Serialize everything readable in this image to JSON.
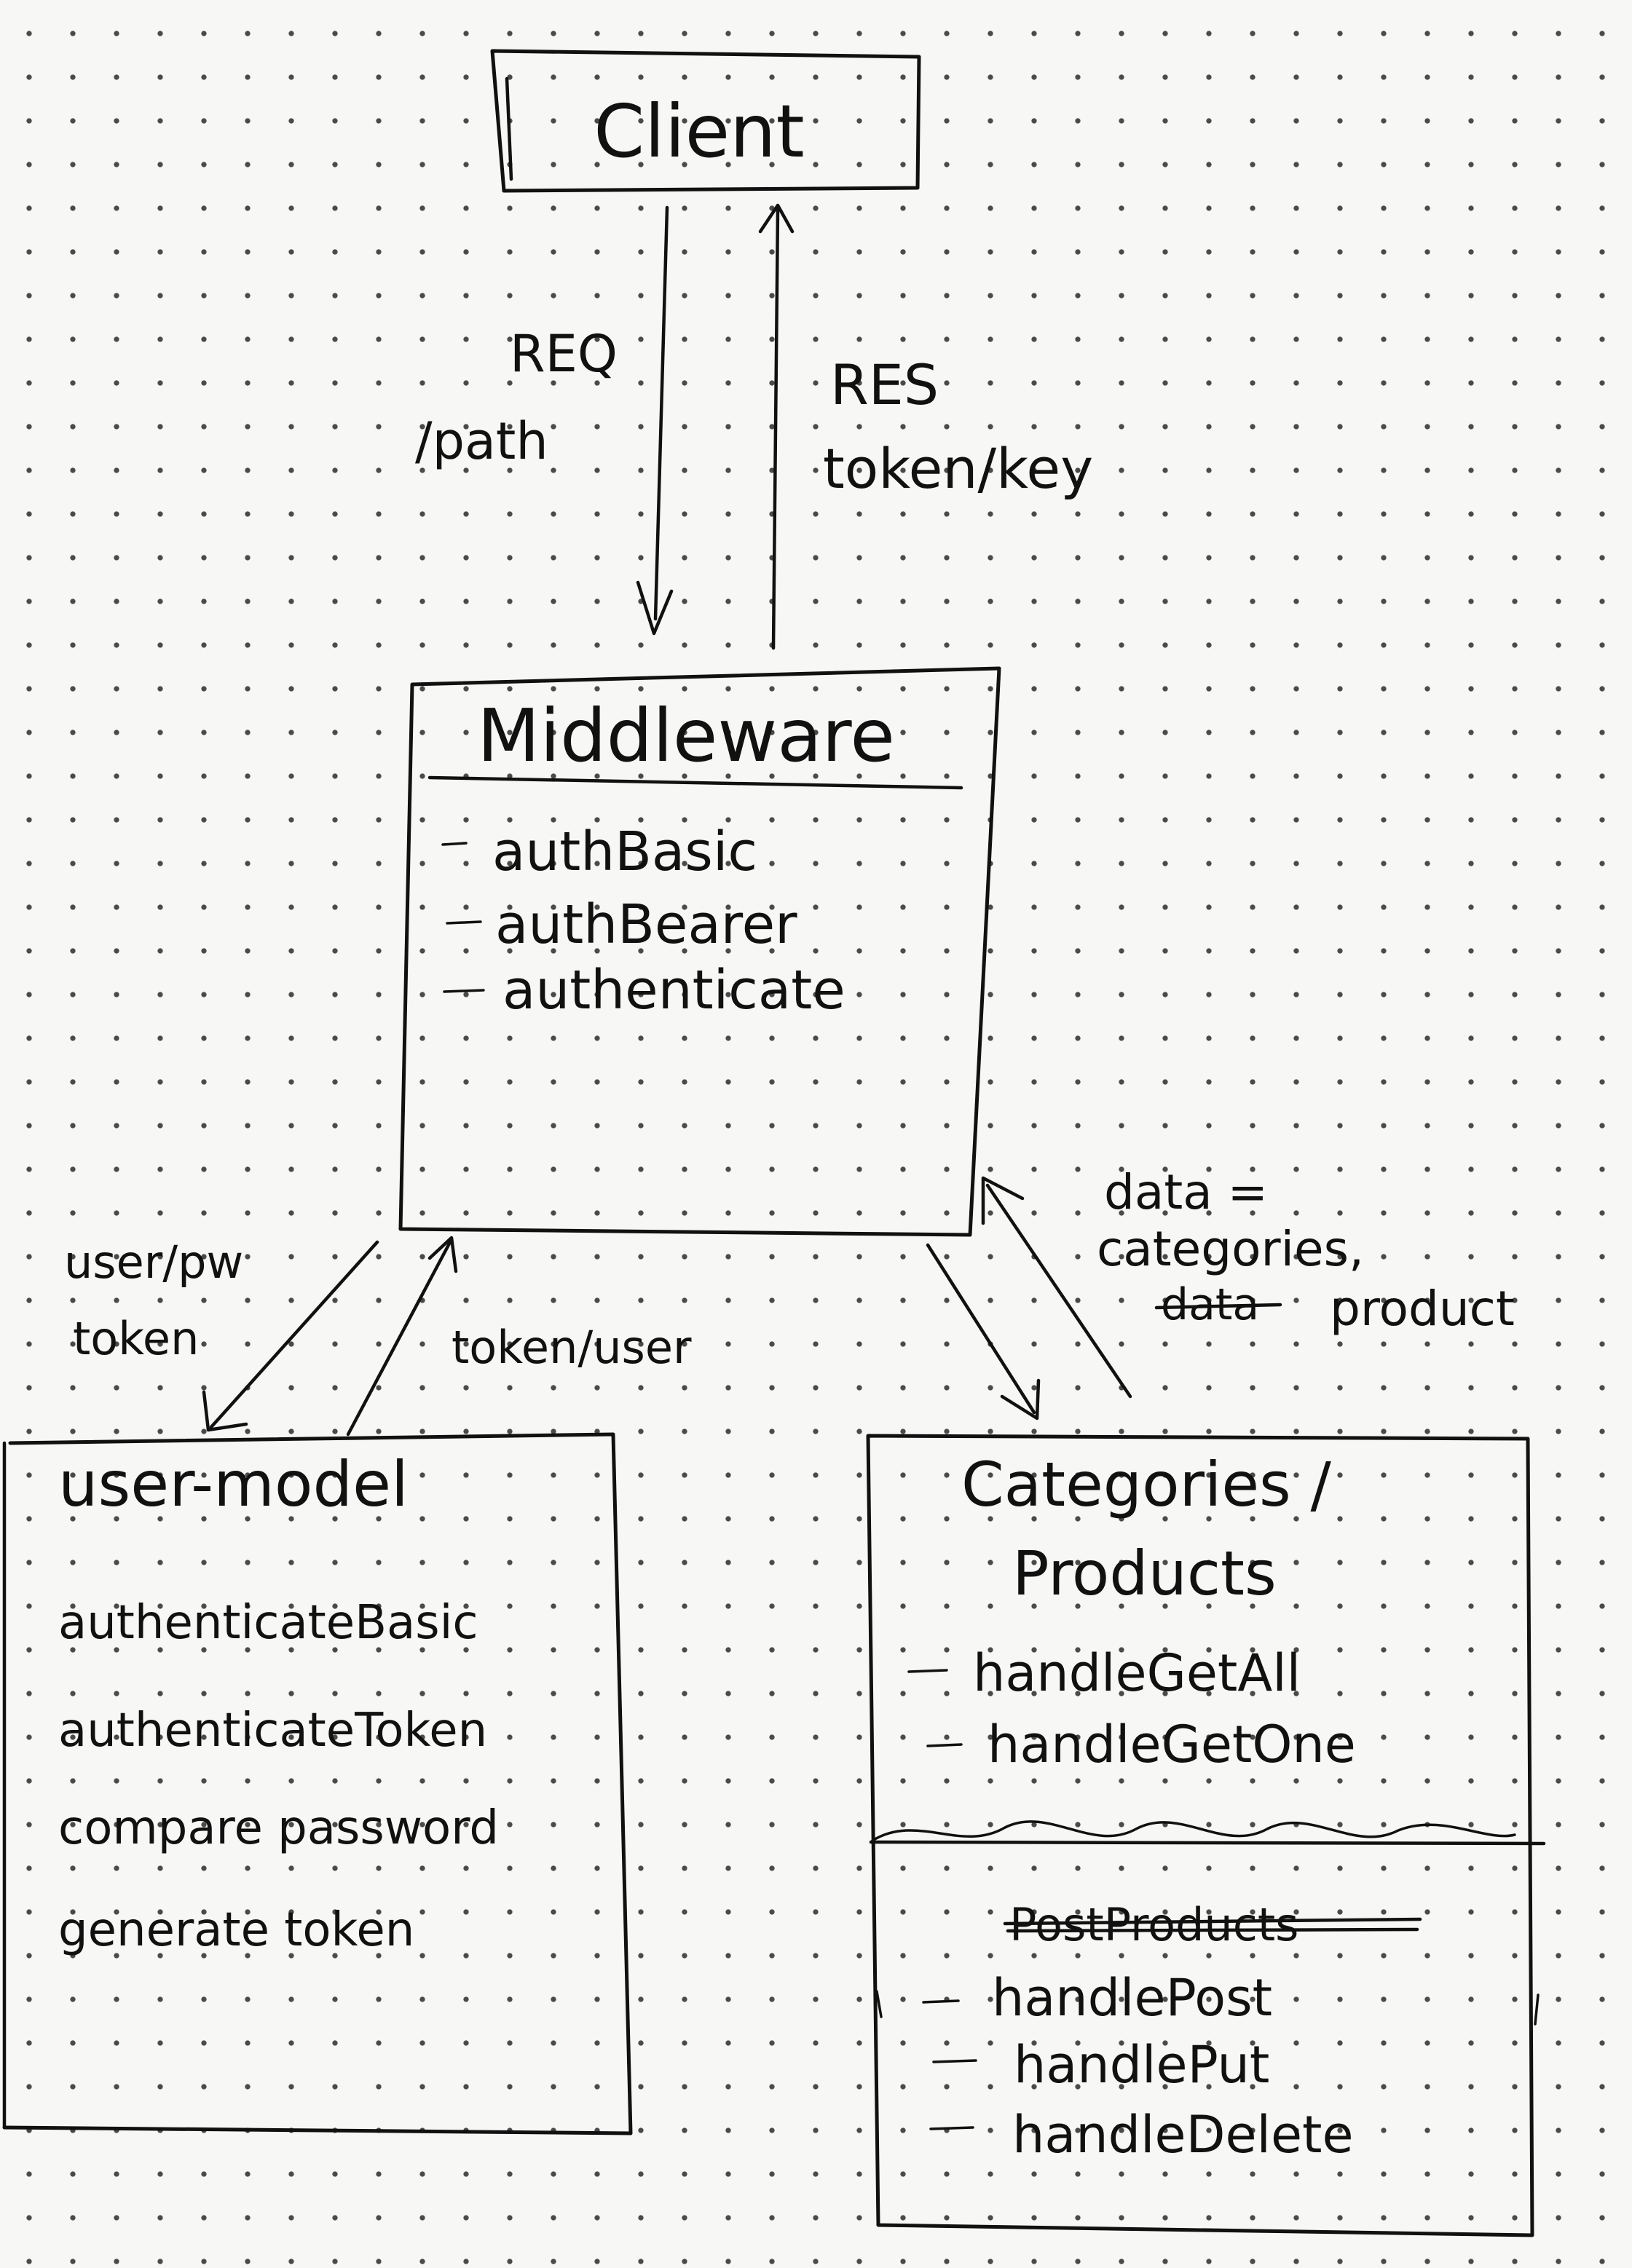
{
  "client": {
    "title": "Client"
  },
  "request": {
    "label": "REQ",
    "path": "/path"
  },
  "response": {
    "label": "RES",
    "payload": "token/key"
  },
  "middleware": {
    "title": "Middleware",
    "items": [
      "authBasic",
      "authBearer",
      "authenticate"
    ]
  },
  "user_link": {
    "down": "user/pw\ntoken",
    "up": "token/user"
  },
  "user_model": {
    "title": "user-model",
    "methods": [
      "authenticateBasic",
      "authenticateToken",
      "compare password",
      "generate token"
    ]
  },
  "data_link": {
    "label_line1": "data =",
    "label_line2": "categories,",
    "struck_word": "data",
    "label_line3": "product"
  },
  "categories_products": {
    "title_line1": "Categories /",
    "title_line2": "Products",
    "read_methods": [
      "handleGetAll",
      "handleGetOne"
    ],
    "struck_heading": "PostProducts",
    "write_methods": [
      "handlePost",
      "handlePut",
      "handleDelete"
    ]
  }
}
